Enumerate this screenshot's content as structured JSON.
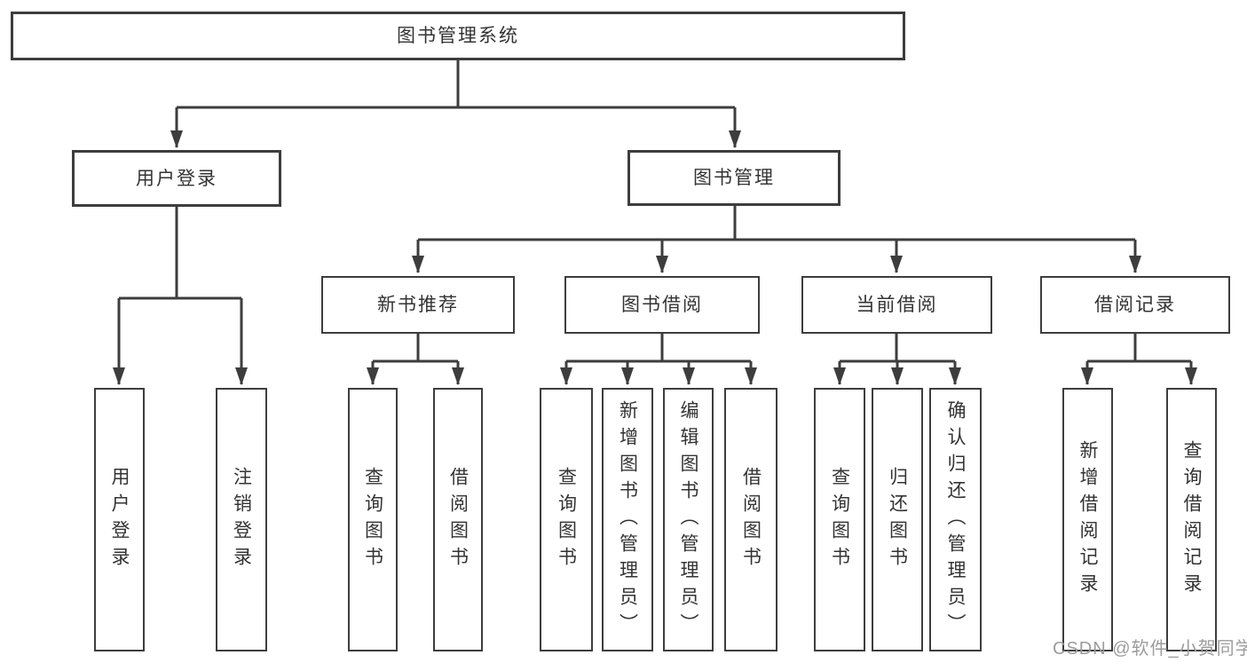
{
  "page": {
    "background": "#ffffff"
  },
  "tree": {
    "label": "图书管理系统",
    "children": [
      {
        "label": "用户登录",
        "children": [
          {
            "label": "用户登录"
          },
          {
            "label": "注销登录"
          }
        ]
      },
      {
        "label": "图书管理",
        "children": [
          {
            "label": "新书推荐",
            "children": [
              {
                "label": "查询图书"
              },
              {
                "label": "借阅图书"
              }
            ]
          },
          {
            "label": "图书借阅",
            "children": [
              {
                "label": "查询图书"
              },
              {
                "label": "新增图书（管理员）"
              },
              {
                "label": "编辑图书（管理员）"
              },
              {
                "label": "借阅图书"
              }
            ]
          },
          {
            "label": "当前借阅",
            "children": [
              {
                "label": "查询图书"
              },
              {
                "label": "归还图书"
              },
              {
                "label": "确认归还（管理员）"
              }
            ]
          },
          {
            "label": "借阅记录",
            "children": [
              {
                "label": "新增借阅记录"
              },
              {
                "label": "查询借阅记录"
              }
            ]
          }
        ]
      }
    ]
  },
  "watermark": {
    "text": "CSDN @软件_小贺同学"
  },
  "colors": {
    "line": "#3d3d3d",
    "text": "#333333",
    "watermark": "#9c9c9c",
    "box_background": "#ffffff"
  }
}
